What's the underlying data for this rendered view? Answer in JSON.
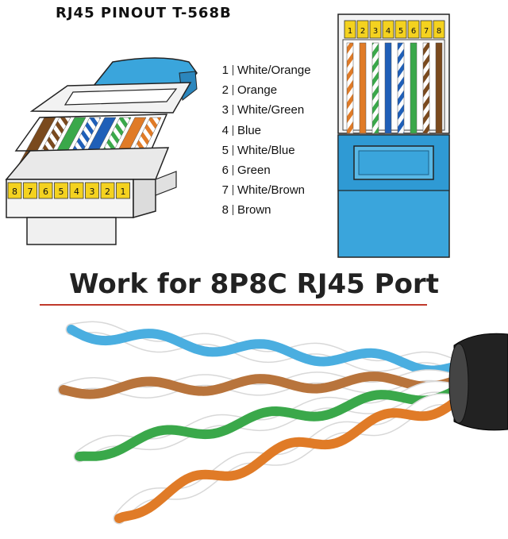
{
  "title": "RJ45 PINOUT  T-568B",
  "headline": "Work for 8P8C RJ45 Port",
  "plug_front_pins": [
    "8",
    "7",
    "6",
    "5",
    "4",
    "3",
    "2",
    "1"
  ],
  "plug_top_pins": [
    "1",
    "2",
    "3",
    "4",
    "5",
    "6",
    "7",
    "8"
  ],
  "pinout": [
    {
      "pin": "1",
      "color": "White/Orange"
    },
    {
      "pin": "2",
      "color": "Orange"
    },
    {
      "pin": "3",
      "color": "White/Green"
    },
    {
      "pin": "4",
      "color": "Blue"
    },
    {
      "pin": "5",
      "color": "White/Blue"
    },
    {
      "pin": "6",
      "color": "Green"
    },
    {
      "pin": "7",
      "color": "White/Brown"
    },
    {
      "pin": "8",
      "color": "Brown"
    }
  ],
  "colors": {
    "orange": "#e07b27",
    "green": "#3aa84a",
    "blue": "#1f5fb8",
    "brown": "#7a4a1e",
    "plug_body": "#3aa5dc",
    "pin_gold": "#f4d21f",
    "accent_red": "#c0392b"
  }
}
